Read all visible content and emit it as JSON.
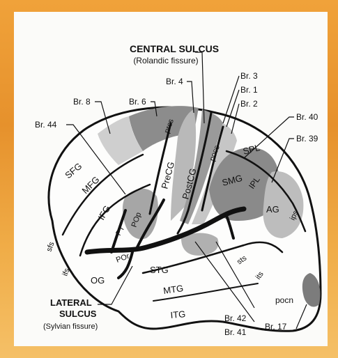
{
  "title": {
    "central_sulcus": "CENTRAL SULCUS",
    "central_sulcus_alt": "(Rolandic fissure)",
    "lateral_sulcus_1": "LATERAL",
    "lateral_sulcus_2": "SULCUS",
    "lateral_sulcus_alt": "(Sylvian fissure)"
  },
  "brodmann": {
    "br3": "Br. 3",
    "br1": "Br. 1",
    "br2": "Br. 2",
    "br4": "Br. 4",
    "br6": "Br. 6",
    "br8": "Br. 8",
    "br44": "Br. 44",
    "br40": "Br. 40",
    "br39": "Br. 39",
    "br42": "Br. 42",
    "br41": "Br. 41",
    "br17": "Br. 17"
  },
  "regions": {
    "sfg": "SFG",
    "mfg": "MFG",
    "ifg": "IFG",
    "pop": "POp",
    "pt": "PT",
    "por": "POr",
    "og": "OG",
    "precg": "PreCG",
    "postcg": "PostCG",
    "prcs": "prcs",
    "pocs": "pocs",
    "smg": "SMG",
    "spl": "SPL",
    "ipl": "IPL",
    "ag": "AG",
    "ips": "ips",
    "stg": "STG",
    "mtg": "MTG",
    "itg": "ITG",
    "sts": "sts",
    "its": "its",
    "sfs": "sfs",
    "ifs": "ifs",
    "pocn": "pocn"
  },
  "colors": {
    "background": "#ef9f38",
    "panel": "#fbfbf9",
    "dark_region": "#8c8c8c",
    "mid_region": "#b4b4b4",
    "light_region": "#d2d2d2",
    "outline": "#111111"
  }
}
